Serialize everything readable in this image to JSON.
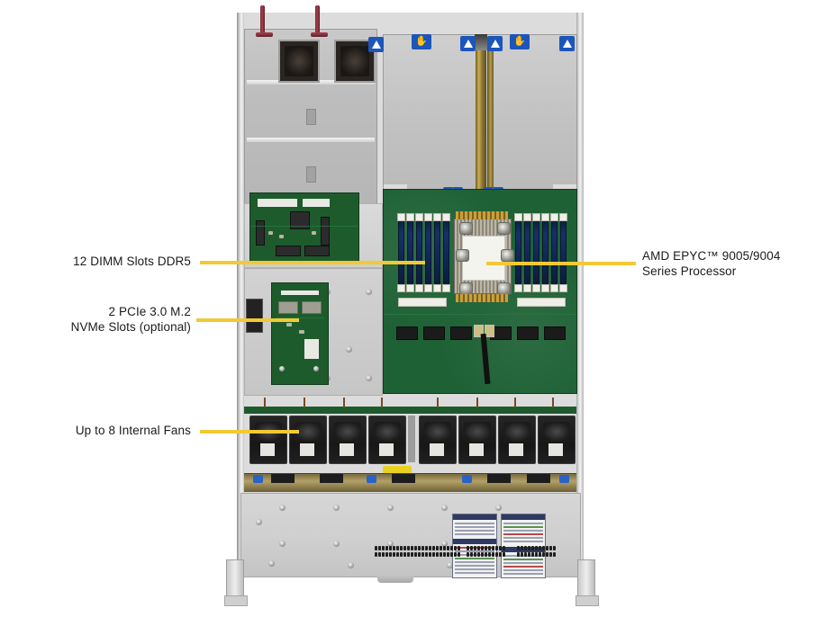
{
  "image": {
    "subject": "1U rack server interior top-down view with component callouts",
    "background_color": "#ffffff",
    "leader_line_color": "#f2c935",
    "text_color": "#1b1b1b"
  },
  "callouts": [
    {
      "id": "dimm",
      "label": "12 DIMM Slots DDR5",
      "align": "right",
      "points_to": "memory-dimm-slots"
    },
    {
      "id": "m2",
      "label": "2 PCIe 3.0 M.2\nNVMe Slots (optional)",
      "align": "right",
      "points_to": "m2-nvme-card"
    },
    {
      "id": "fans",
      "label": "Up to 8 Internal Fans",
      "align": "right",
      "points_to": "fan-wall"
    },
    {
      "id": "cpu",
      "label": "AMD EPYC™ 9005/9004\nSeries Processor",
      "align": "left",
      "points_to": "cpu-heatsink"
    }
  ],
  "server": {
    "form_factor": "1U rack server",
    "components": {
      "psu_bay": "Redundant power supply bay",
      "psu_count": 2,
      "riser_shrouds": 2,
      "pcie_slot": "PCIe riser slot",
      "io_board": "Rear I/O board",
      "m2_card": "2 PCIe 3.0 M.2 NVMe carrier card",
      "cpu": "AMD EPYC 9005/9004 series processor with heatsink",
      "dimm_slots": 12,
      "fans": 8,
      "front_panel": "Front panel with service labels and ventilation"
    },
    "blue_labels": {
      "count": 9,
      "icons": [
        "triangle-up",
        "service-hand"
      ],
      "color": "#1d56bb"
    }
  }
}
